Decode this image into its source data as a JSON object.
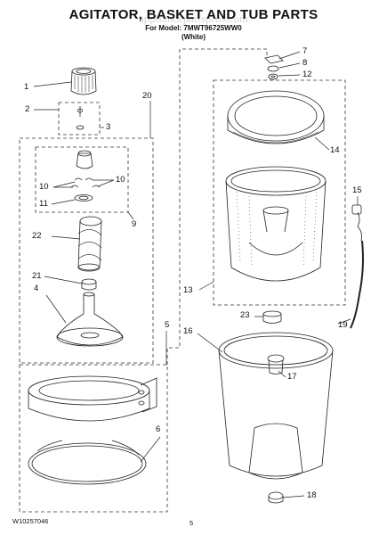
{
  "header": {
    "title": "AGITATOR, BASKET AND TUB PARTS",
    "model": "For Model: 7MWT96725WW0",
    "color": "(White)",
    "watermark": "appliancepartspros.com"
  },
  "callouts": [
    "1",
    "2",
    "3",
    "4",
    "5",
    "6",
    "7",
    "8",
    "9",
    "10",
    "10",
    "11",
    "12",
    "13",
    "14",
    "15",
    "16",
    "17",
    "18",
    "19",
    "20",
    "21",
    "22",
    "23"
  ],
  "footer": {
    "doc_number": "W10257046",
    "page_number": "5"
  }
}
